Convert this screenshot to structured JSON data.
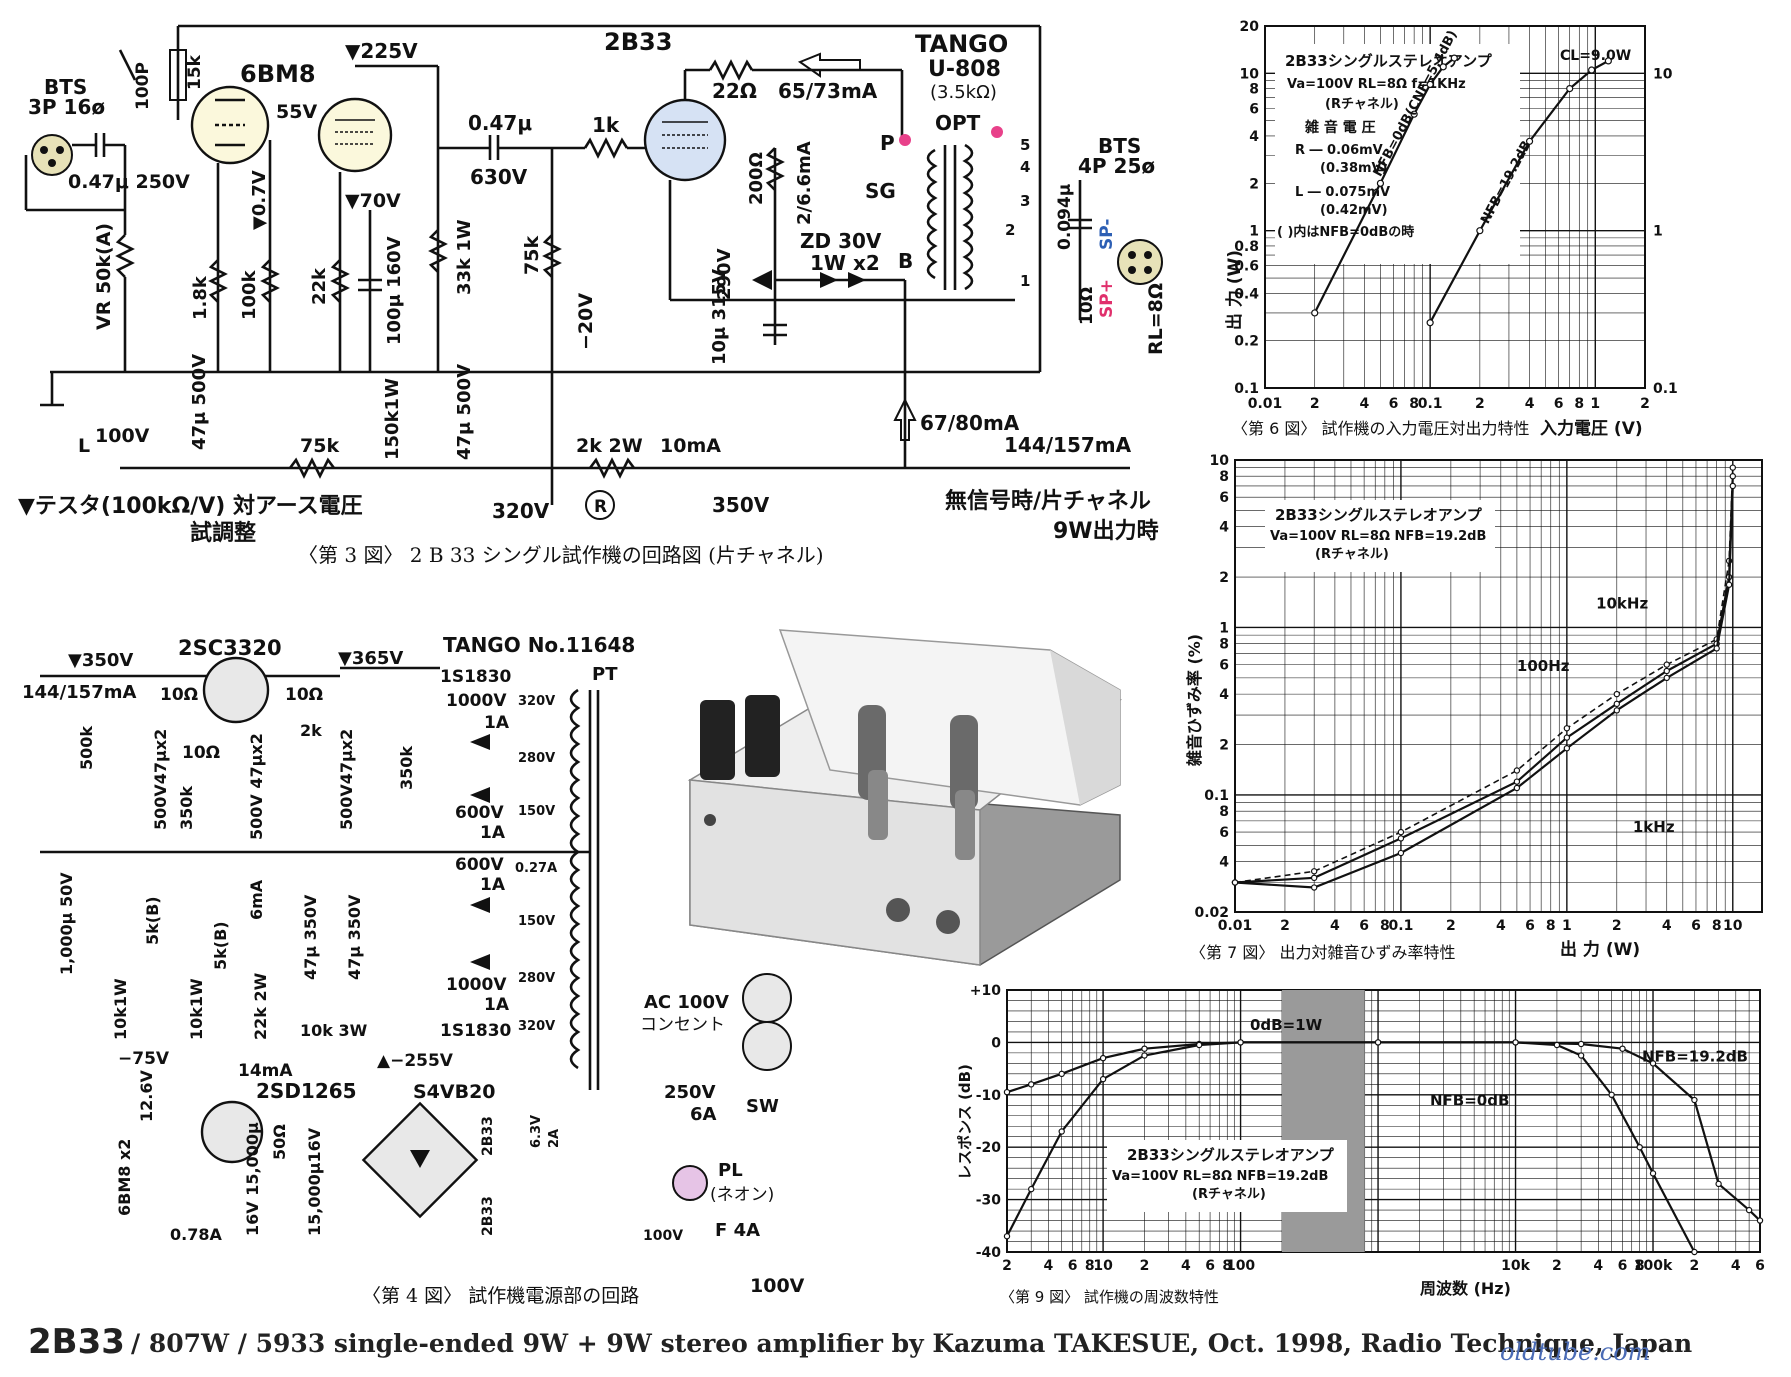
{
  "schematic": {
    "caption": "〈第 3 図〉 2 B 33 シングル試作機の回路図 (片チャネル)",
    "tube1": "6BM8",
    "tube2": "2B33",
    "transformer": [
      "TANGO",
      "U-808",
      "(3.5kΩ)"
    ],
    "opt": "OPT",
    "opt_pins": [
      "P",
      "SG",
      "B"
    ],
    "opt_taps": [
      "5",
      "4",
      "3",
      "2",
      "1"
    ],
    "input": [
      "BTS",
      "3P 16ø"
    ],
    "output": [
      "BTS",
      "4P 25ø"
    ],
    "labels": {
      "cap_in": "0.47μ 250V",
      "vr": "VR 50k(A)",
      "r_1k8": "1.8k",
      "r_100k": "100k",
      "v07": "▼0.7V",
      "r_22k": "22k",
      "c_100u": "100μ 160V",
      "r_33k": "33k 1W",
      "r_15k": "15k",
      "c_100p": "100P",
      "v225": "▼225V",
      "v55": "55V",
      "v70": "▼70V",
      "c_047": "0.47μ",
      "c_630": "630V",
      "r_1k": "1k",
      "r_75k": "75k",
      "v_m20": "−20V",
      "r_22": "22Ω",
      "i_65": "65/73mA",
      "r_200": "200Ω",
      "i_26": "2/6.6mA",
      "zd": "ZD 30V",
      "zd2": "1W x2",
      "v290": "290V",
      "c_10u": "10μ 315V",
      "r_10": "10Ω",
      "c_094": "0.094μ",
      "rl": "RL=8Ω",
      "sp_plus": "SP+",
      "sp_minus": "SP-",
      "v100": "100V",
      "c_47_500": "47μ 500V",
      "r_75k2": "75k",
      "r_150k": "150k1W",
      "c_47b": "47μ 500V",
      "v320": "320V",
      "r_2k": "2k 2W",
      "i10": "10mA",
      "v350": "350V",
      "i67": "67/80mA",
      "i144": "144/157mA",
      "legend1": "▼テスタ(100kΩ/V) 対アース電圧",
      "legend2": "試調整",
      "note1": "無信号時/片チャネル",
      "note2": "9W出力時",
      "L": "L",
      "R": "R"
    }
  },
  "power": {
    "caption": "〈第 4 図〉 試作機電源部の回路",
    "labels": {
      "v350": "▼350V",
      "i144": "144/157mA",
      "q1": "2SC3320",
      "r10a": "10Ω",
      "r10b": "10Ω",
      "r10c": "10Ω",
      "v365": "▼365V",
      "pt": "TANGO No.11648",
      "pt_label": "PT",
      "d1": "1S1830",
      "d1v": "1000V",
      "d1a": "1A",
      "r500k": "500k",
      "c47x2": "500V47μx2",
      "r350k": "350k",
      "c47x2b": "500V 47μx2",
      "r2k": "2k",
      "c47x2c": "500V47μx2",
      "r350kb": "350k",
      "d2": "600V",
      "d2a": "1A",
      "d3": "600V",
      "d3a": "1A",
      "d4v": "1000V",
      "d4a": "1A",
      "d4": "1S1830",
      "taps": [
        "320V",
        "280V",
        "150V",
        "0.27A",
        "150V",
        "280V",
        "320V"
      ],
      "c1000": "1,000μ 50V",
      "r5kb": "5k(B)",
      "r5kb2": "5k(B)",
      "i6": "6mA",
      "c47_350a": "47μ 350V",
      "c47_350b": "47μ 350V",
      "r10k1": "10k1W",
      "r10k2": "10k1W",
      "r22k": "22k 2W",
      "r10k3": "10k 3W",
      "v_m75": "−75V",
      "i14": "14mA",
      "v_m255": "▲−255V",
      "q2": "2SD1265",
      "v126": "12.6V",
      "r50": "50Ω",
      "bridge": "S4VB20",
      "c15000a": "16V 15,000μ",
      "c15000b": "15,000μ16V",
      "heater": "6BM8 x2",
      "i078": "0.78A",
      "h2b33a": "2B33",
      "h2b33b": "2B33",
      "h63": "6.3V",
      "h2a": "2A",
      "ac": "AC 100V",
      "ac2": "コンセント",
      "sw": "SW",
      "sw_rating": "250V",
      "sw_a": "6A",
      "pl": "PL",
      "neon": "(ネオン)",
      "fuse": "F 4A",
      "v100in": "100V",
      "v100t": "100V"
    }
  },
  "chart_data": [
    {
      "type": "line",
      "title": "〈第 6 図〉 試作機の入力電圧対出力特性",
      "inset_title": "2B33シングルステレオアンプ",
      "conditions": "Va=100V  RL=8Ω  f=1KHz",
      "channel": "(Rチャネル)",
      "noise_title": "雑 音 電 圧",
      "noise_R": "R ― 0.06mV",
      "noise_R_open": "(0.38mV)",
      "noise_L": "L ― 0.075mV",
      "noise_L_open": "(0.42mV)",
      "noise_note": "( )内はNFB=0dBの時",
      "annotation_cl": "CL=9.0W",
      "xlabel": "入力電圧 (V)",
      "ylabel": "出 力 (W)",
      "log_x": true,
      "log_y": true,
      "xlim": [
        0.01,
        2
      ],
      "ylim": [
        0.1,
        20
      ],
      "x_ticks": [
        "2",
        "4",
        "6",
        "8",
        "0.01",
        "2",
        "4",
        "6",
        "8",
        "0.1",
        "2",
        "4",
        "6",
        "8",
        "1",
        "2"
      ],
      "y_ticks_left": [
        "0.1",
        "0.2",
        "0.4",
        "0.6",
        "0.8",
        "1",
        "2",
        "4",
        "6",
        "8",
        "10",
        "20"
      ],
      "y_ticks_right": [
        "0.1",
        "1",
        "10"
      ],
      "series": [
        {
          "name": "NFB=0dB(CNF=5.4dB)",
          "points": [
            [
              0.02,
              0.3
            ],
            [
              0.05,
              2
            ],
            [
              0.08,
              5.5
            ],
            [
              0.1,
              8.5
            ],
            [
              0.12,
              11
            ],
            [
              0.14,
              12.5
            ]
          ]
        },
        {
          "name": "NFB=19.2dB",
          "points": [
            [
              0.1,
              0.26
            ],
            [
              0.2,
              1.0
            ],
            [
              0.4,
              3.7
            ],
            [
              0.7,
              8.0
            ],
            [
              0.95,
              10.5
            ],
            [
              1.2,
              12
            ]
          ]
        }
      ]
    },
    {
      "type": "line",
      "title": "〈第 7 図〉 出力対雑音ひずみ率特性",
      "inset_title": "2B33シングルステレオアンプ",
      "conditions": "Va=100V  RL=8Ω  NFB=19.2dB",
      "channel": "(Rチャネル)",
      "xlabel": "出 力 (W)",
      "ylabel": "雑音ひずみ率 (%)",
      "log_x": true,
      "log_y": true,
      "xlim": [
        0.01,
        15
      ],
      "ylim": [
        0.02,
        10
      ],
      "x_ticks": [
        "0.01",
        "2",
        "4",
        "6",
        "8",
        "0.1",
        "2",
        "4",
        "6",
        "8",
        "1",
        "2",
        "4",
        "6",
        "8",
        "10"
      ],
      "y_ticks": [
        "0.02",
        "4",
        "6",
        "8",
        "0.1",
        "2",
        "4",
        "6",
        "8",
        "1",
        "2",
        "4",
        "6",
        "8",
        "10"
      ],
      "series": [
        {
          "name": "10kHz",
          "points": [
            [
              0.01,
              0.03
            ],
            [
              0.03,
              0.035
            ],
            [
              0.1,
              0.06
            ],
            [
              0.5,
              0.14
            ],
            [
              1,
              0.25
            ],
            [
              2,
              0.4
            ],
            [
              4,
              0.6
            ],
            [
              8,
              0.85
            ],
            [
              9.5,
              2.5
            ],
            [
              10,
              9
            ]
          ]
        },
        {
          "name": "100Hz",
          "points": [
            [
              0.01,
              0.03
            ],
            [
              0.03,
              0.032
            ],
            [
              0.1,
              0.055
            ],
            [
              0.5,
              0.12
            ],
            [
              1,
              0.22
            ],
            [
              2,
              0.35
            ],
            [
              4,
              0.55
            ],
            [
              8,
              0.8
            ],
            [
              9.5,
              2
            ],
            [
              10,
              8
            ]
          ]
        },
        {
          "name": "1kHz",
          "points": [
            [
              0.01,
              0.03
            ],
            [
              0.03,
              0.028
            ],
            [
              0.1,
              0.045
            ],
            [
              0.5,
              0.11
            ],
            [
              1,
              0.19
            ],
            [
              2,
              0.32
            ],
            [
              4,
              0.5
            ],
            [
              8,
              0.75
            ],
            [
              9.5,
              1.8
            ],
            [
              10,
              7
            ]
          ]
        }
      ]
    },
    {
      "type": "line",
      "title": "〈第 9 図〉 試作機の周波数特性",
      "inset_title": "2B33シングルステレオアンプ",
      "conditions": "Va=100V  RL=8Ω  NFB=19.2dB",
      "channel": "(Rチャネル)",
      "annotation_0db": "0dB=1W",
      "xlabel": "周波数 (Hz)",
      "ylabel": "レスポンス (dB)",
      "log_x": true,
      "xlim": [
        2,
        600000
      ],
      "ylim": [
        -40,
        10
      ],
      "x_ticks": [
        "2",
        "4",
        "6",
        "8",
        "10",
        "2",
        "4",
        "6",
        "8",
        "100",
        "2",
        "4",
        "6",
        "8",
        "10k",
        "2",
        "4",
        "6",
        "8",
        "100k",
        "2",
        "4",
        "6"
      ],
      "y_ticks": [
        "+10",
        "0",
        "-10",
        "-20",
        "-30",
        "-40"
      ],
      "series": [
        {
          "name": "NFB=19.2dB",
          "points": [
            [
              2,
              -9.5
            ],
            [
              3,
              -8
            ],
            [
              5,
              -6
            ],
            [
              10,
              -3
            ],
            [
              20,
              -1.2
            ],
            [
              50,
              -0.3
            ],
            [
              100,
              0
            ],
            [
              1000,
              0
            ],
            [
              10000,
              0
            ],
            [
              30000,
              -0.3
            ],
            [
              60000,
              -1.2
            ],
            [
              100000,
              -4
            ],
            [
              200000,
              -11
            ],
            [
              300000,
              -27
            ],
            [
              500000,
              -32
            ],
            [
              600000,
              -34
            ]
          ]
        },
        {
          "name": "NFB=0dB",
          "points": [
            [
              2,
              -37
            ],
            [
              3,
              -28
            ],
            [
              5,
              -17
            ],
            [
              10,
              -7
            ],
            [
              20,
              -2.5
            ],
            [
              50,
              -0.5
            ],
            [
              100,
              0
            ],
            [
              1000,
              0
            ],
            [
              10000,
              0
            ],
            [
              20000,
              -0.5
            ],
            [
              30000,
              -2.5
            ],
            [
              50000,
              -10
            ],
            [
              80000,
              -20
            ],
            [
              100000,
              -25
            ],
            [
              200000,
              -40
            ]
          ]
        }
      ]
    }
  ],
  "footer": {
    "model": "2B33",
    "rest": "/ 807W / 5933 single-ended 9W + 9W stereo amplifier by Kazuma TAKESUE, Oct. 1998, Radio Technique, Japan",
    "site": "oldtube.com"
  }
}
